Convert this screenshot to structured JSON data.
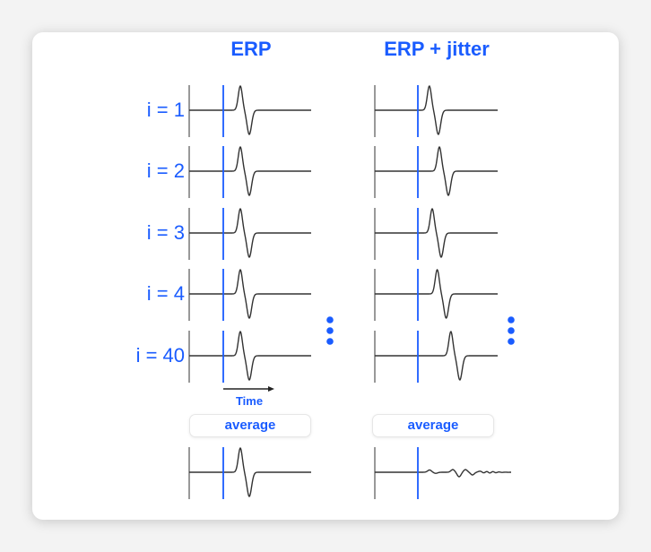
{
  "headers": {
    "erp": "ERP",
    "jitter": "ERP + jitter"
  },
  "rows": [
    {
      "label": "i = 1",
      "jitter_offset": 0.3
    },
    {
      "label": "i = 2",
      "jitter_offset": 1.0
    },
    {
      "label": "i = 3",
      "jitter_offset": 0.5
    },
    {
      "label": "i = 4",
      "jitter_offset": 0.85
    },
    {
      "label": "i = 40",
      "jitter_offset": 1.8
    }
  ],
  "time_label": "Time",
  "average_label_left": "average",
  "average_label_right": "average",
  "colors": {
    "accent": "#1a5cff",
    "trace": "#333333",
    "axis": "#777777"
  }
}
